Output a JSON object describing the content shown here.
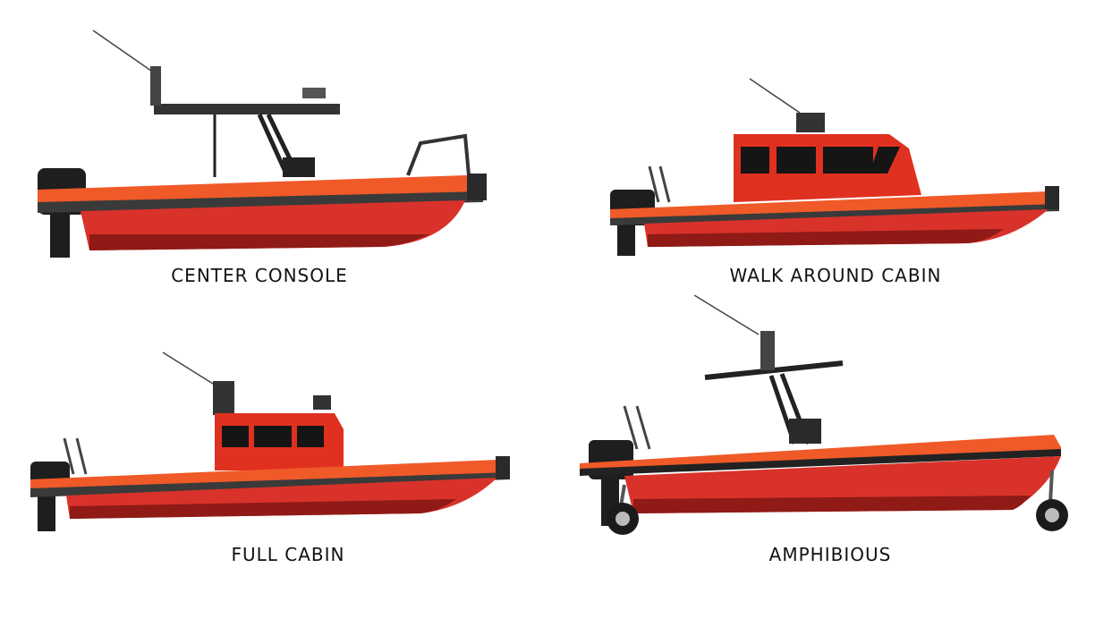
{
  "colors": {
    "hull_red": "#d8322a",
    "hull_dark": "#8f1a16",
    "tube_orange": "#ef5a28",
    "fender_gray": "#3a3a3a",
    "cabin_red": "#e0301f",
    "window": "#151515",
    "frame": "#2a2a2a"
  },
  "boats": [
    {
      "label": "CENTER CONSOLE",
      "image": "center-console-boat-image"
    },
    {
      "label": "WALK  AROUND CABIN",
      "image": "walk-around-cabin-boat-image"
    },
    {
      "label": "FULL CABIN",
      "image": "full-cabin-boat-image"
    },
    {
      "label": "AMPHIBIOUS",
      "image": "amphibious-boat-image"
    }
  ]
}
